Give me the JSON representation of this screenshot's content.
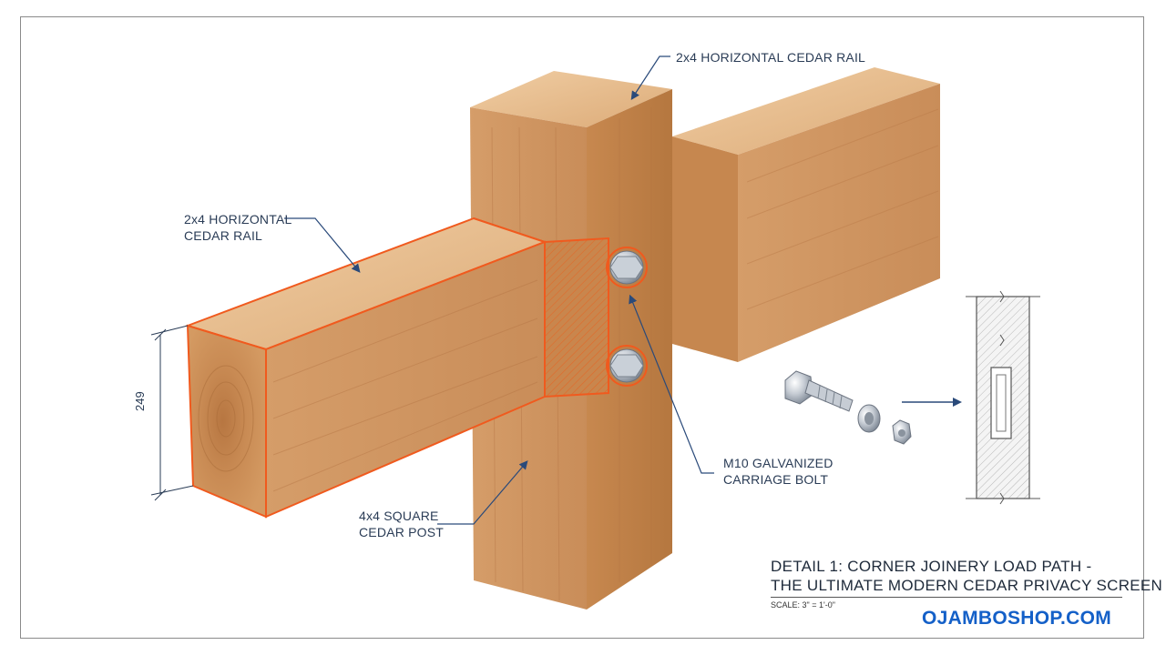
{
  "labels": {
    "rail_top": "2x4 HORIZONTAL CEDAR RAIL",
    "rail_left_line1": "2x4 HORIZONTAL",
    "rail_left_line2": "CEDAR RAIL",
    "post_line1": "4x4 SQUARE",
    "post_line2": "CEDAR POST",
    "bolt_line1": "M10 GALVANIZED",
    "bolt_line2": "CARRIAGE BOLT",
    "dimension": "249"
  },
  "title": {
    "line1": "DETAIL 1:  CORNER JOINERY LOAD PATH -",
    "line2": "THE ULTIMATE MODERN CEDAR PRIVACY SCREEN",
    "scale": "SCALE: 3\" = 1'-0\""
  },
  "brand": "OJAMBOSHOP.COM",
  "colors": {
    "wood_light": "#e6b98a",
    "wood_mid": "#d29a66",
    "wood_dark": "#b97a48",
    "highlight": "#f05a1e",
    "leader": "#2a4a7a",
    "brand": "#1460c8"
  },
  "icons": [
    "bolt-icon",
    "washer-icon",
    "nut-icon",
    "arrow-right-icon"
  ]
}
